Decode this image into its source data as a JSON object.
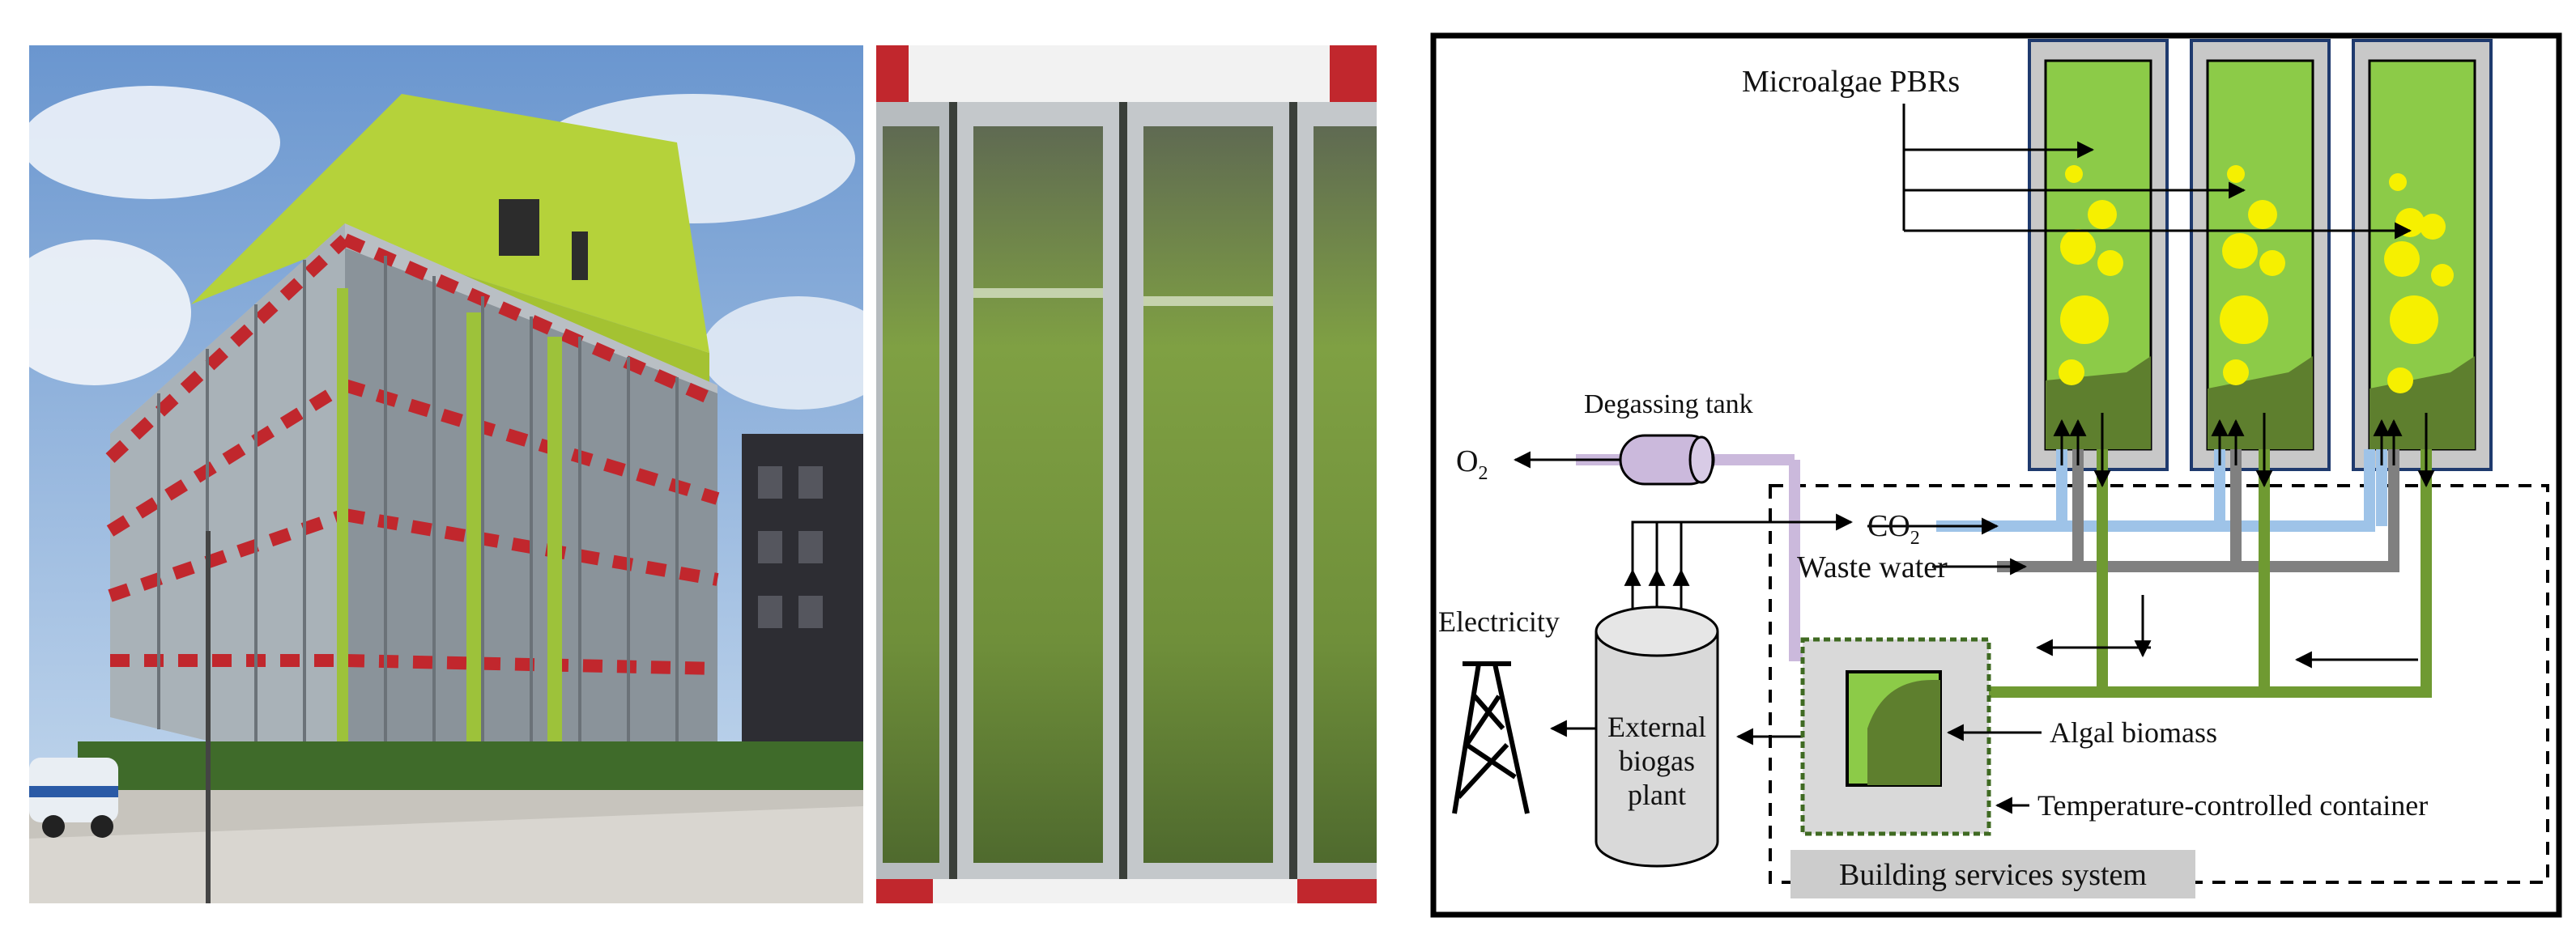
{
  "figure": {
    "photo_building_alt": "",
    "photo_facade_alt": ""
  },
  "diagram": {
    "pbr_label": "Microalgae PBRs",
    "degassing_label": "Degassing tank",
    "o2_label": "O",
    "o2_sub": "2",
    "co2_label": "CO",
    "co2_sub": "2",
    "waste_label": "Waste water",
    "electricity_label": "Electricity",
    "biogas_line1": "External",
    "biogas_line2": "biogas",
    "biogas_line3": "plant",
    "biomass_label": "Algal biomass",
    "container_label": "Temperature-controlled container",
    "services_label": "Building services system"
  },
  "colors": {
    "algae_green": "#8ccb48",
    "dark_green": "#5e7f2e",
    "pipe_green": "#6f9a32",
    "pipe_blue": "#9ec3e8",
    "pipe_grey": "#808080",
    "pipe_lilac": "#cbb9dc",
    "bubble": "#f6f000",
    "frame_grey": "#c8c8c8",
    "frame_blue": "#1f3a6e"
  }
}
